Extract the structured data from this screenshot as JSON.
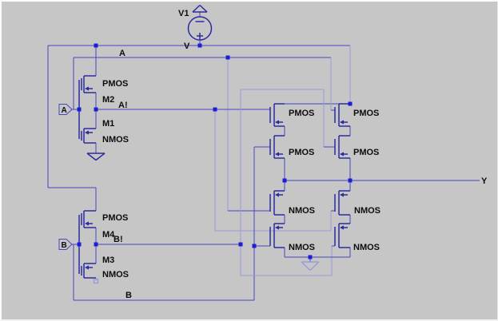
{
  "colors": {
    "background": "#c6c6c6",
    "wire": "#4646c2",
    "wire_light": "#9b9bda",
    "symbol": "#2b2b9e",
    "junction": "#1d1dd8",
    "text": "#0d0d0d"
  },
  "v1": {
    "name": "V1",
    "net": "V"
  },
  "ports": {
    "a": "A",
    "b": "B"
  },
  "netlabels": {
    "a": "A",
    "b": "B",
    "abar": "A!",
    "bbar": "B!",
    "y": "Y"
  },
  "inv1": {
    "pmos_model": "PMOS",
    "pmos_name": "M2",
    "nmos_name": "M1",
    "nmos_model": "NMOS"
  },
  "inv2": {
    "pmos_model": "PMOS",
    "pmos_name": "M4",
    "nmos_name": "M3",
    "nmos_model": "NMOS"
  },
  "block": {
    "p1l": "PMOS",
    "p1r": "PMOS",
    "p2l": "PMOS",
    "p2r": "PMOS",
    "n1l": "NMOS",
    "n1r": "NMOS",
    "n2l": "NMOS",
    "n2r": "NMOS"
  }
}
